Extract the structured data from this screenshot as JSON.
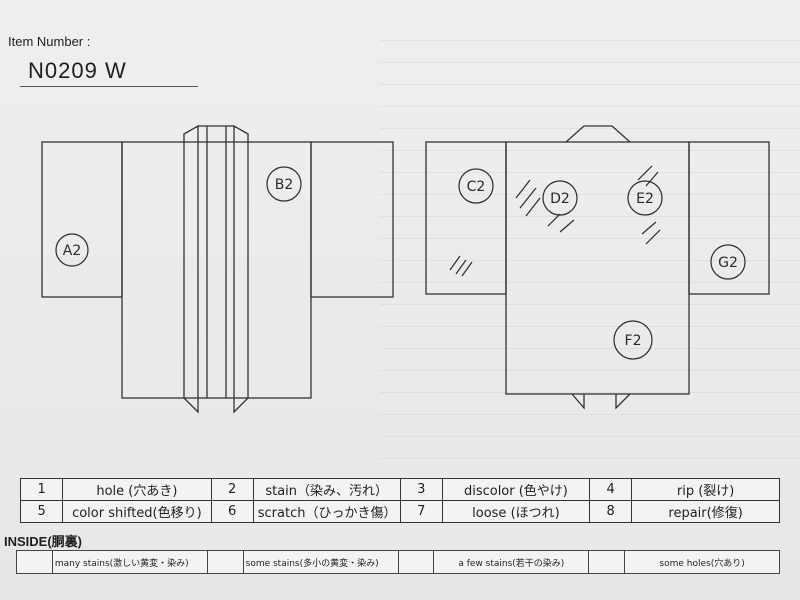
{
  "header": {
    "item_number_label": "Item Number :",
    "item_number_value": "N0209  W"
  },
  "diagram": {
    "front_labels": [
      "A2",
      "B2"
    ],
    "back_labels": [
      "C2",
      "D2",
      "E2",
      "F2",
      "G2"
    ]
  },
  "legend": {
    "rows": [
      [
        {
          "num": "1",
          "text": "hole (穴あき)"
        },
        {
          "num": "2",
          "text": "stain（染み、汚れ）"
        },
        {
          "num": "3",
          "text": "discolor (色やけ)"
        },
        {
          "num": "4",
          "text": "rip (裂け)"
        }
      ],
      [
        {
          "num": "5",
          "text": "color shifted(色移り)"
        },
        {
          "num": "6",
          "text": "scratch（ひっかき傷）"
        },
        {
          "num": "7",
          "text": "loose (ほつれ)"
        },
        {
          "num": "8",
          "text": "repair(修復)"
        }
      ]
    ]
  },
  "inside": {
    "label": "INSIDE(胴裏)",
    "options": [
      "many stains(激しい黄変・染み)",
      "some stains(多小の黄変・染み)",
      "a few stains(若干の染み)",
      "some holes(穴あり)"
    ]
  }
}
